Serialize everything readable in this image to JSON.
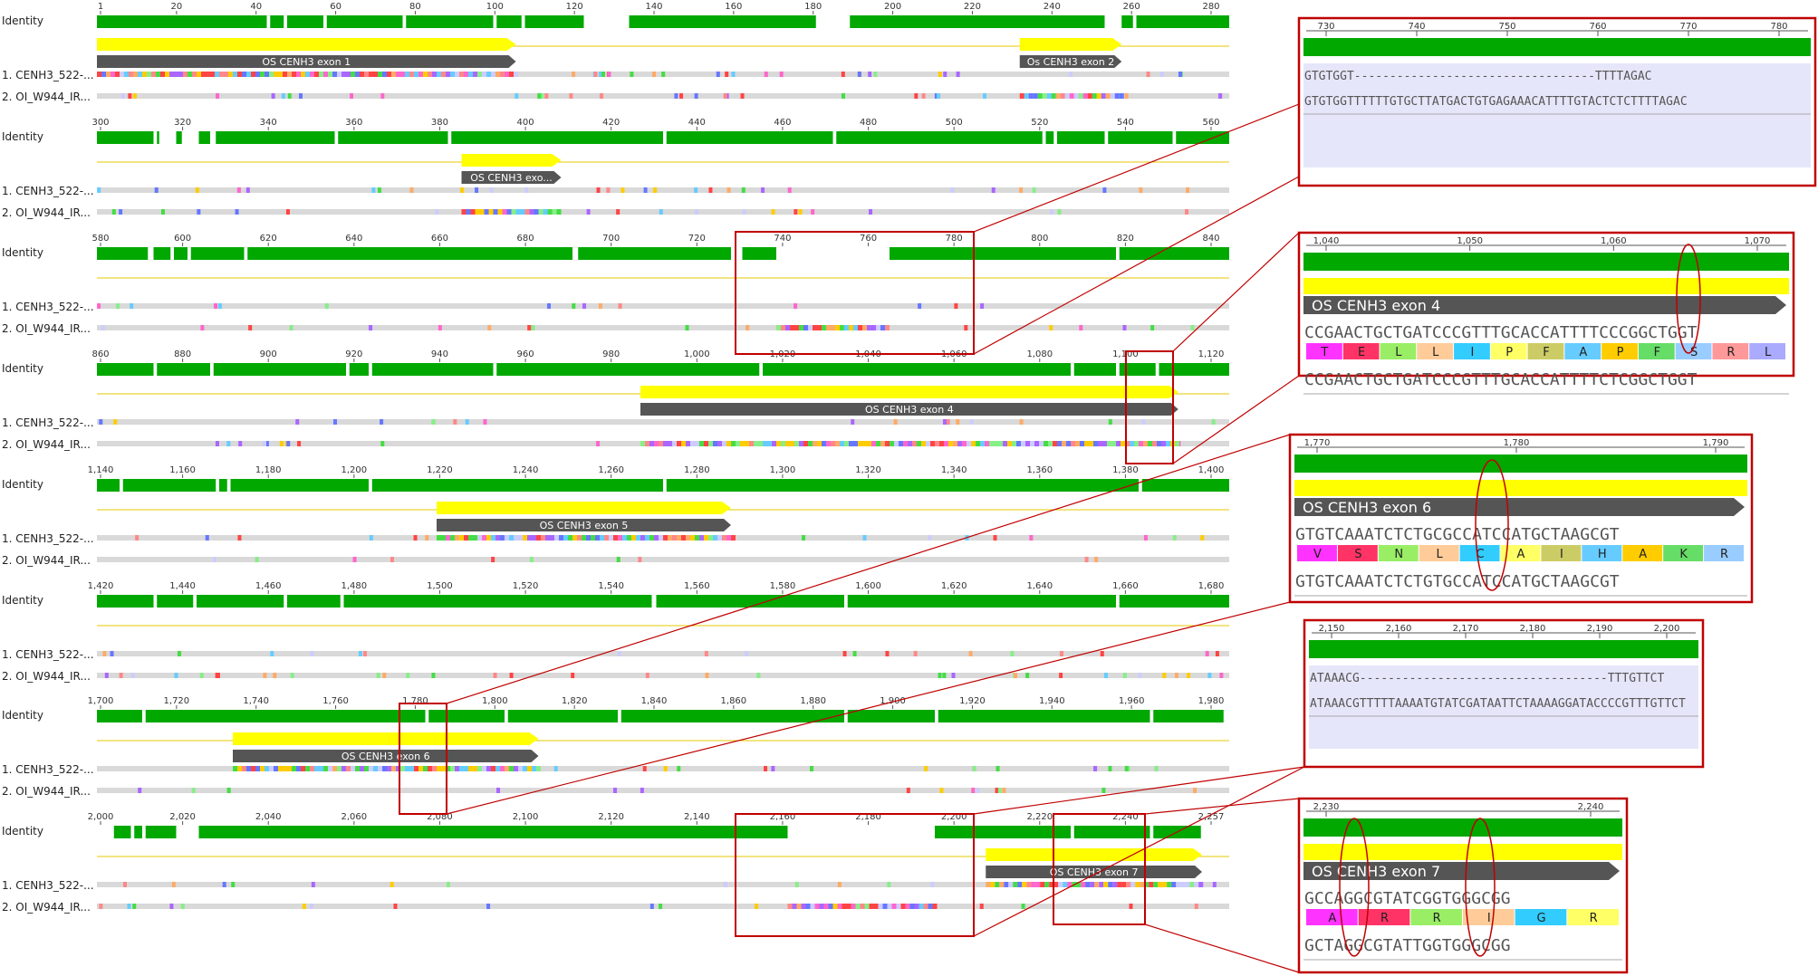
{
  "labels": {
    "identity": "Identity",
    "seq1": "1. CENH3_522-...",
    "seq2": "2. OI_W944_IR..."
  },
  "colors": {
    "identity": "#00a800",
    "annotation_yellow": "#ffff00",
    "annotation_grey": "#555555",
    "highlight_box": "#c00000",
    "track": "#d9d9d9"
  },
  "rows": [
    {
      "ticks": [
        "1",
        "20",
        "40",
        "60",
        "80",
        "100",
        "120",
        "140",
        "160",
        "180",
        "200",
        "220",
        "240",
        "260",
        "280"
      ],
      "annotations": [
        {
          "label": "OS CENH3 exon 1",
          "start": 0.0,
          "end": 0.37
        },
        {
          "label": "Os CENH3 exon 2",
          "start": 0.815,
          "end": 0.905
        }
      ]
    },
    {
      "ticks": [
        "300",
        "320",
        "340",
        "360",
        "380",
        "400",
        "420",
        "440",
        "460",
        "480",
        "500",
        "520",
        "540",
        "560"
      ],
      "annotations": [
        {
          "label": "OS CENH3 exo...",
          "start": 0.322,
          "end": 0.41
        }
      ]
    },
    {
      "ticks": [
        "580",
        "600",
        "620",
        "640",
        "660",
        "680",
        "700",
        "720",
        "740",
        "760",
        "780",
        "800",
        "820",
        "840"
      ],
      "annotations": []
    },
    {
      "ticks": [
        "860",
        "880",
        "900",
        "920",
        "940",
        "960",
        "980",
        "1,000",
        "1,020",
        "1,040",
        "1,060",
        "1,080",
        "1,100",
        "1,120"
      ],
      "annotations": [
        {
          "label": "OS CENH3 exon 4",
          "start": 0.48,
          "end": 0.955
        }
      ]
    },
    {
      "ticks": [
        "1,140",
        "1,160",
        "1,180",
        "1,200",
        "1,220",
        "1,240",
        "1,260",
        "1,280",
        "1,300",
        "1,320",
        "1,340",
        "1,360",
        "1,380",
        "1,400"
      ],
      "annotations": [
        {
          "label": "OS CENH3 exon 5",
          "start": 0.3,
          "end": 0.56
        }
      ]
    },
    {
      "ticks": [
        "1,420",
        "1,440",
        "1,460",
        "1,480",
        "1,500",
        "1,520",
        "1,540",
        "1,560",
        "1,580",
        "1,600",
        "1,620",
        "1,640",
        "1,660",
        "1,680"
      ],
      "annotations": []
    },
    {
      "ticks": [
        "1,700",
        "1,720",
        "1,740",
        "1,760",
        "1,780",
        "1,800",
        "1,820",
        "1,840",
        "1,860",
        "1,880",
        "1,900",
        "1,920",
        "1,940",
        "1,960",
        "1,980"
      ],
      "annotations": [
        {
          "label": "OS CENH3 exon 6",
          "start": 0.12,
          "end": 0.39
        }
      ]
    },
    {
      "ticks": [
        "2,000",
        "2,020",
        "2,040",
        "2,060",
        "2,080",
        "2,100",
        "2,120",
        "2,140",
        "2,160",
        "2,180",
        "2,200",
        "2,220",
        "2,240",
        "2,257"
      ],
      "annotations": [
        {
          "label": "OS CENH3 exon 7",
          "start": 0.785,
          "end": 0.976
        }
      ]
    }
  ],
  "zooms": [
    {
      "ticks": [
        "730",
        "740",
        "750",
        "760",
        "770",
        "780"
      ],
      "seq_top": "GTGTGGT----------------------------------TTTTAGAC",
      "seq_bottom": "GTGTGGTTTTTTGTGCTTATGACTGTGAGAAACATTTTGTACTCTCTTTTAGAC"
    },
    {
      "ticks": [
        "1,040",
        "1,050",
        "1,060",
        "1,070"
      ],
      "seq_top": "CCGAACTGCTGATCCCGTTTGCACCATTTTCCCGGCTGGT",
      "seq_bottom": "CCGAACTGCTGATCCCGTTTGCACCATTTTCTCGGCTGGT",
      "aa": [
        "T",
        "E",
        "L",
        "L",
        "I",
        "P",
        "F",
        "A",
        "P",
        "F",
        "S",
        "R",
        "L"
      ],
      "annotation": "OS CENH3 exon 4"
    },
    {
      "ticks": [
        "1,770",
        "1,780",
        "1,790"
      ],
      "annotation": "OS CENH3 exon 6",
      "seq_top": "GTGTCAAATCTCTGCGCCATCCATGCTAAGCGT",
      "aa": [
        "V",
        "S",
        "N",
        "L",
        "C",
        "A",
        "I",
        "H",
        "A",
        "K",
        "R"
      ],
      "seq_bottom": "GTGTCAAATCTCTGTGCCATCCATGCTAAGCGT"
    },
    {
      "ticks": [
        "2,150",
        "2,160",
        "2,170",
        "2,180",
        "2,190",
        "2,200"
      ],
      "seq_top": "ATAAACG-----------------------------------TTTGTTCT",
      "seq_bottom": "ATAAACGTTTTTAAAATGTATCGATAATTCTAAAAGGATACCCCGTTTGTTCT"
    },
    {
      "ticks": [
        "2,230",
        "2,240"
      ],
      "annotation": "OS CENH3 exon 7",
      "seq_top": "GCCAGGCGTATCGGTGGGCGG",
      "aa": [
        "A",
        "R",
        "R",
        "I",
        "G",
        "R"
      ],
      "seq_bottom": "GCTAGGCGTATTGGTGGGCGG"
    }
  ]
}
